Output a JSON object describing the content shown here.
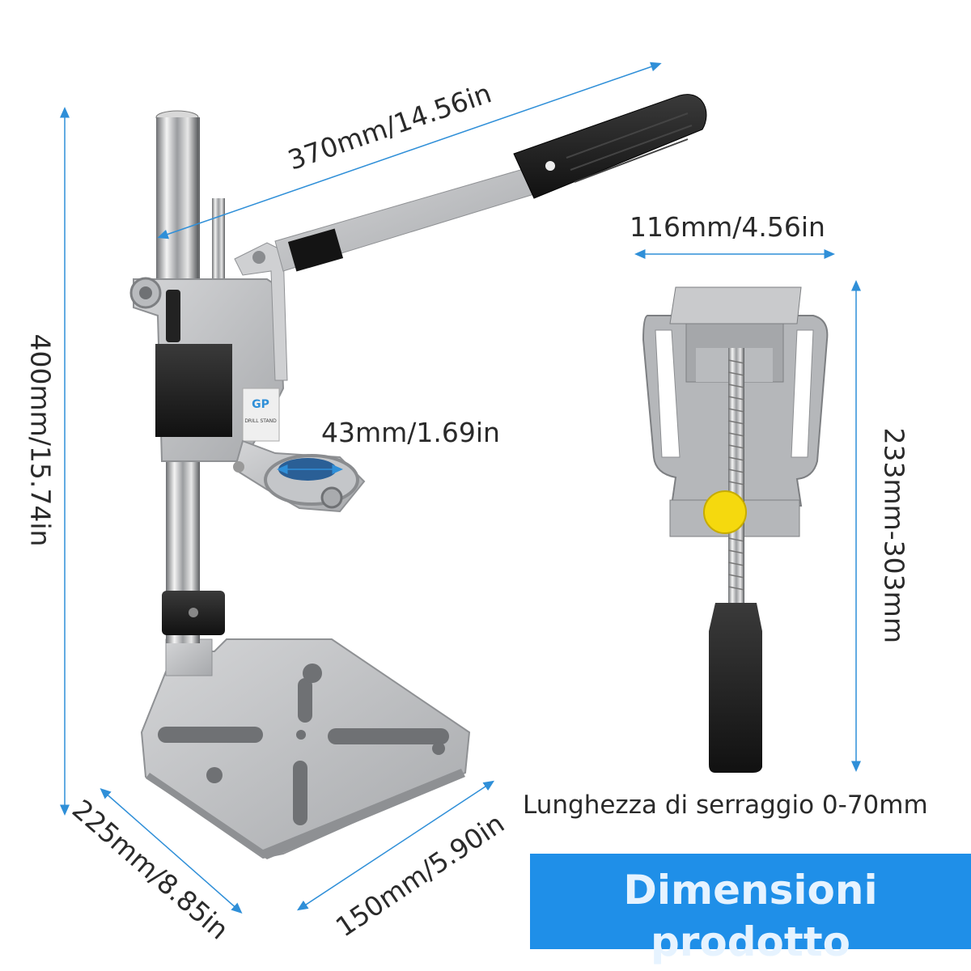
{
  "labels": {
    "lever_length": "370mm/14.56in",
    "height": "400mm/15.74in",
    "vise_width": "116mm/4.56in",
    "vise_length": "233mm-303mm",
    "collar_diameter": "43mm/1.69in",
    "base_depth": "225mm/8.85in",
    "base_width": "150mm/5.90in",
    "clamping_length": "Lunghezza di serraggio 0-70mm"
  },
  "banner": {
    "title": "Dimensioni prodotto"
  },
  "product_label": {
    "logo": "GP",
    "text": "DRILL STAND"
  },
  "colors": {
    "dimension_line": "#2f8fd8",
    "banner": "#1f8fe8",
    "banner_text": "#e6f3ff",
    "metal": "#bfc0c2",
    "rubber": "#1c1c1c",
    "knob": "#f5d90e"
  }
}
